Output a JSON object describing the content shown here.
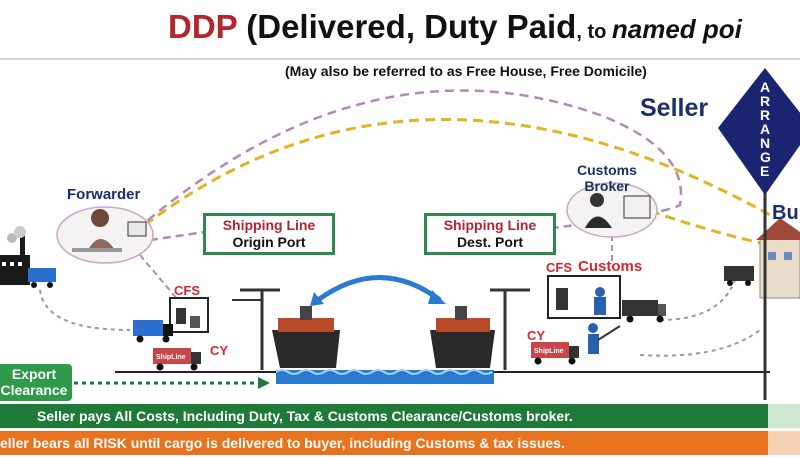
{
  "header": {
    "title_ddp": "DDP",
    "title_main": " (Delivered, Duty Paid",
    "title_to": ", to ",
    "title_named": "named poi",
    "subtitle": "(May also be referred to as Free House, Free Domicile)"
  },
  "labels": {
    "seller": "Seller",
    "arrange": [
      "A",
      "R",
      "R",
      "A",
      "N",
      "G",
      "E"
    ],
    "buyer_fragment": "Bu",
    "forwarder": "Forwarder",
    "customs_broker_line1": "Customs",
    "customs_broker_line2": "Broker",
    "cfs_left": "CFS",
    "cy_left": "CY",
    "cfs_right": "CFS",
    "customs": "Customs",
    "cy_right": "CY",
    "truck_left": "ShipLine",
    "truck_right": "ShipLine"
  },
  "boxes": {
    "origin_line1": "Shipping Line",
    "origin_line2": "Origin Port",
    "dest_line1": "Shipping Line",
    "dest_line2": "Dest. Port"
  },
  "export": {
    "line1": "Export",
    "line2": "Clearance"
  },
  "bars": {
    "green": "Seller pays All Costs, Including Duty, Tax & Customs Clearance/Customs broker.",
    "orange": "eller bears all RISK until cargo is delivered to buyer, including Customs & tax issues."
  },
  "colors": {
    "title_red": "#b3262e",
    "box_border": "#2d8a4a",
    "green_bar": "#1f7a3a",
    "orange_bar": "#e8731e",
    "arrange_diamond": "#1a2470",
    "seller_text": "#1a2f6b",
    "red_label": "#d9262e",
    "dashed_yellow": "#e0b422",
    "dashed_purple": "#b08ab8",
    "water": "#2a7bd0"
  }
}
